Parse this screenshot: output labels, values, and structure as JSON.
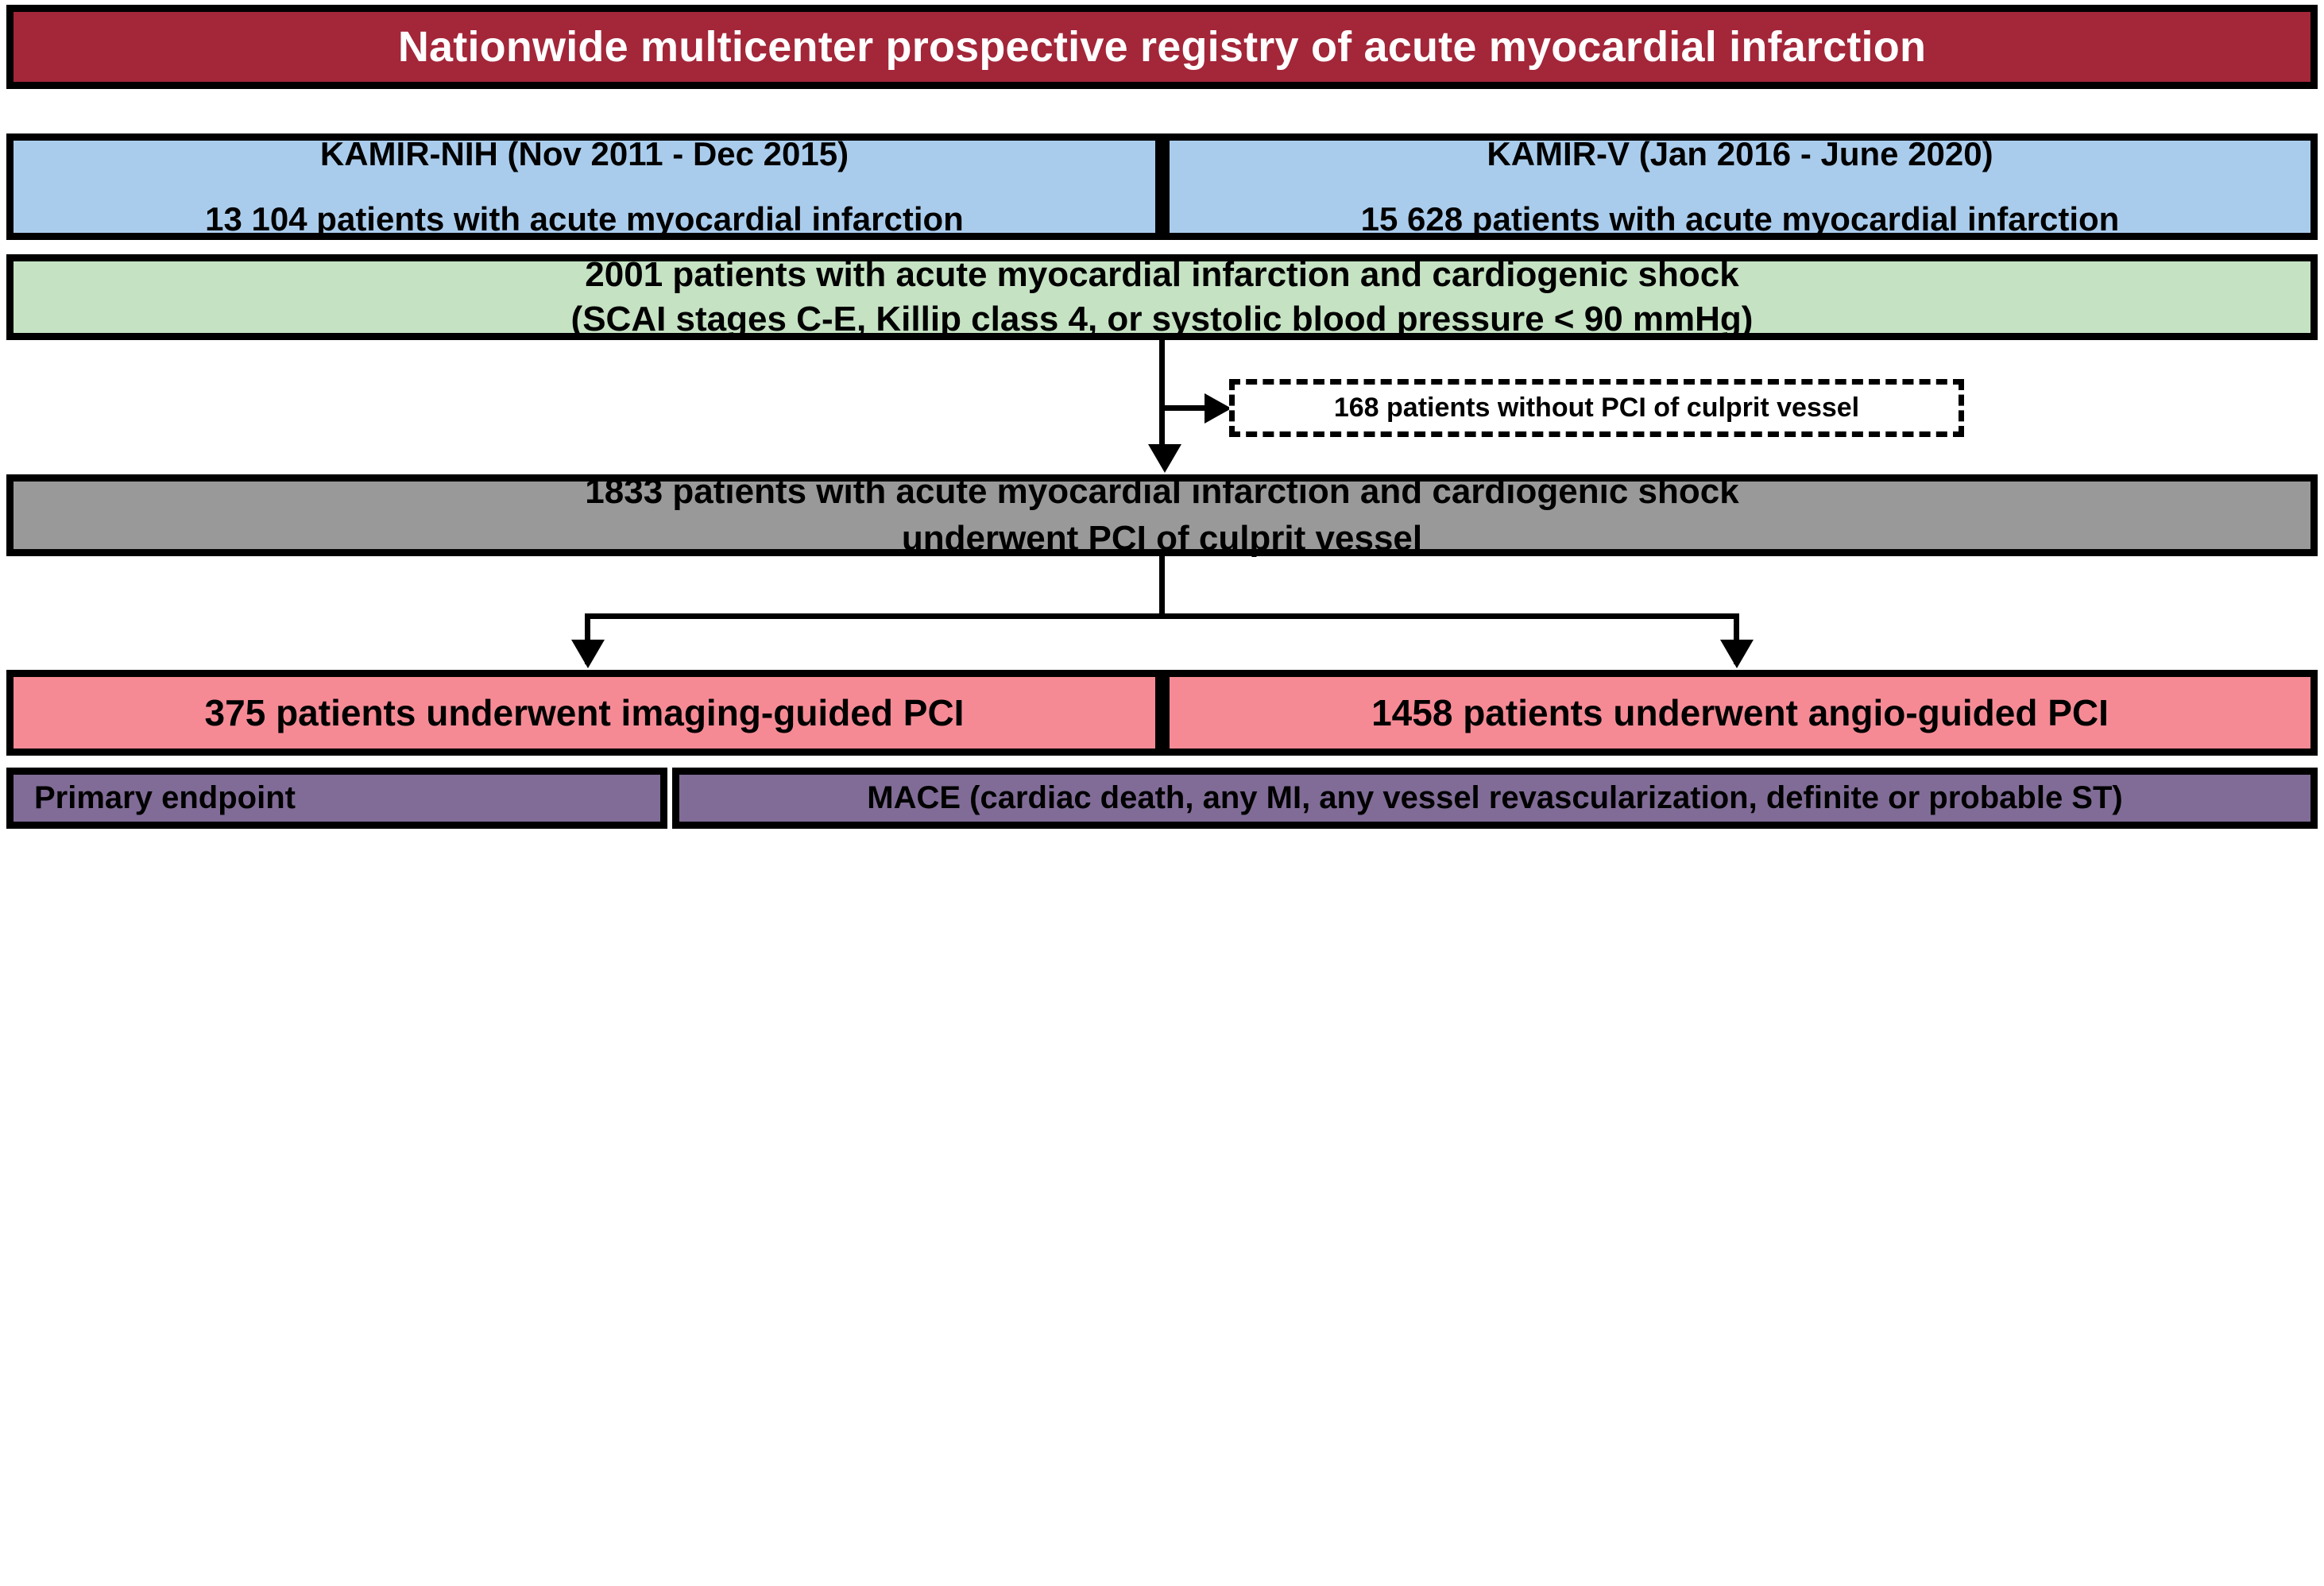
{
  "title": {
    "text": "Nationwide multicenter prospective  registry of acute myocardial infarction",
    "bg_color": "#A32639",
    "text_color": "#FFFFFF"
  },
  "cohorts": {
    "bg_color": "#AACCEC",
    "left": {
      "registry": "KAMIR-NIH (Nov 2011 - Dec 2015)",
      "patients": "13 104 patients with  acute myocardial infarction"
    },
    "right": {
      "registry": "KAMIR-V (Jan 2016 - June 2020)",
      "patients": "15 628 patients with  acute myocardial infarction"
    }
  },
  "eligible": {
    "bg_color": "#C5E2C3",
    "line1": "2001 patients with  acute myocardial infarction and  cardiogenic shock",
    "line2": "(SCAI stages C-E, Killip class 4, or systolic blood pressure < 90 mmHg)"
  },
  "exclusion": {
    "text": "168 patients without PCI of culprit vessel",
    "border_style": "dashed"
  },
  "included": {
    "bg_color": "#999999",
    "line1": "1833  patients with acute myocardial infarction and  cardiogenic shock",
    "line2": "underwent PCI of  culprit vessel"
  },
  "arms": {
    "bg_color": "#F58A95",
    "left": {
      "text": "375 patients underwent imaging-guided PCI"
    },
    "right": {
      "text": "1458 patients underwent angio-guided PCI"
    }
  },
  "endpoint": {
    "bg_color": "#806C96",
    "label": "Primary  endpoint",
    "value": "MACE (cardiac death, any MI, any vessel revascularization, definite or probable ST)"
  }
}
